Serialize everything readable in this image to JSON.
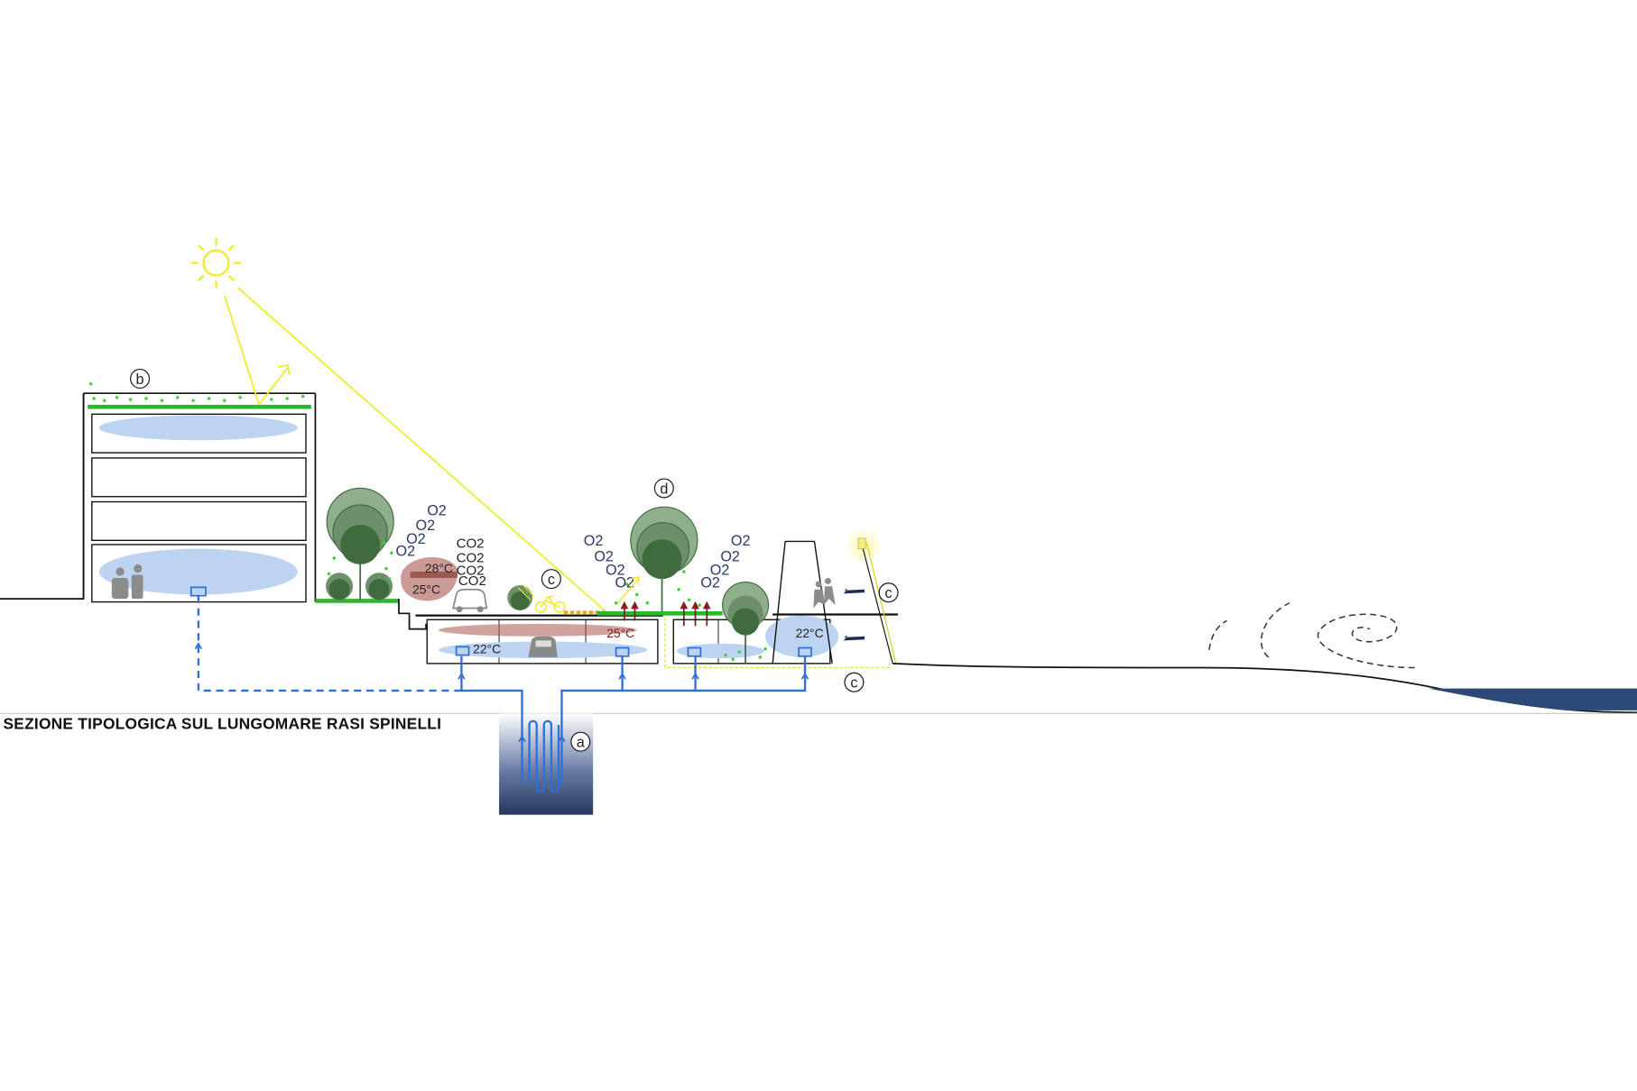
{
  "title": "SEZIONE TIPOLOGICA SUL LUNGOMARE RASI SPINELLI",
  "labels": {
    "a": "a",
    "b": "b",
    "c1": "c",
    "c2": "c",
    "c3": "c",
    "d": "d"
  },
  "gases": {
    "o2": "O2",
    "o2_small": "O2",
    "co2": "CO2"
  },
  "temperatures": {
    "hot_air": "28°C",
    "warm_air": "25°C",
    "tunnel_warm": "25°C",
    "tunnel_cool": "22°C",
    "underpass_cool": "22°C"
  },
  "colors": {
    "sun": "#f2ea2a",
    "pipe": "#2f6fd6",
    "green_roof": "#2fb52f",
    "tree_dark": "#3f6b3f",
    "tree_light": "#8fae8c",
    "cool_air": "#bcd3f2",
    "warm_air": "#a9574f",
    "sea": "#2c4a78",
    "heat_arrow": "#8a1c1c",
    "wind_arrow": "#1c2d5a"
  }
}
